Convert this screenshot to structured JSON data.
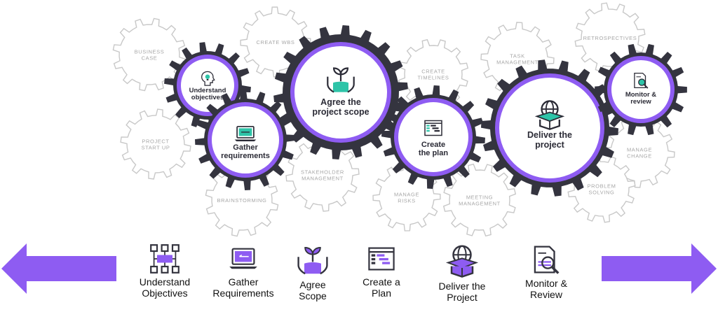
{
  "colors": {
    "gear_dark": "#34343f",
    "accent": "#8e5cf2",
    "outline": "#c8c8c8",
    "outline_text": "#a7a7a7",
    "icon_teal": "#2ec4a8"
  },
  "gears_main": [
    {
      "id": "understand",
      "lines": [
        "Understand",
        "objectives"
      ],
      "icon": "lightbulb-head-icon"
    },
    {
      "id": "gather",
      "lines": [
        "Gather",
        "requirements"
      ],
      "icon": "laptop-icon"
    },
    {
      "id": "agree",
      "lines": [
        "Agree the",
        "project scope"
      ],
      "icon": "plant-hands-icon"
    },
    {
      "id": "plan",
      "lines": [
        "Create",
        "the plan"
      ],
      "icon": "plan-window-icon"
    },
    {
      "id": "deliver",
      "lines": [
        "Deliver the",
        "project"
      ],
      "icon": "globe-box-icon"
    },
    {
      "id": "monitor",
      "lines": [
        "Monitor &",
        "review"
      ],
      "icon": "document-magnifier-icon"
    }
  ],
  "gears_outline": [
    {
      "id": "business-case",
      "lines": [
        "BUSINESS",
        "CASE"
      ]
    },
    {
      "id": "create-wbs",
      "lines": [
        "CREATE WBS"
      ]
    },
    {
      "id": "create-timelines",
      "lines": [
        "CREATE",
        "TIMELINES"
      ]
    },
    {
      "id": "task-management",
      "lines": [
        "TASK",
        "MANAGEMENT"
      ]
    },
    {
      "id": "retrospectives",
      "lines": [
        "RETROSPECTIVES"
      ]
    },
    {
      "id": "project-start-up",
      "lines": [
        "PROJECT",
        "START UP"
      ]
    },
    {
      "id": "stakeholder-management",
      "lines": [
        "STAKEHOLDER",
        "MANAGEMENT"
      ]
    },
    {
      "id": "brainstorming",
      "lines": [
        "BRAINSTORMING"
      ]
    },
    {
      "id": "manage-risks",
      "lines": [
        "MANAGE",
        "RISKS"
      ]
    },
    {
      "id": "meeting-management",
      "lines": [
        "MEETING",
        "MANAGEMENT"
      ]
    },
    {
      "id": "manage-change",
      "lines": [
        "MANAGE",
        "CHANGE"
      ]
    },
    {
      "id": "problem-solving",
      "lines": [
        "PROBLEM",
        "SOLVING"
      ]
    }
  ],
  "steps": [
    {
      "label": "Understand\nObjectives",
      "icon": "network-nodes-icon"
    },
    {
      "label": "Gather\nRequirements",
      "icon": "laptop-icon"
    },
    {
      "label": "Agree\nScope",
      "icon": "plant-hands-icon"
    },
    {
      "label": "Create a\nPlan",
      "icon": "plan-window-icon"
    },
    {
      "label": "Deliver the\nProject",
      "icon": "globe-box-icon"
    },
    {
      "label": "Monitor &\nReview",
      "icon": "document-magnifier-icon"
    }
  ],
  "arrows": [
    {
      "direction": "left",
      "icon": "left-arrow-icon"
    },
    {
      "direction": "right",
      "icon": "right-arrow-icon"
    }
  ]
}
